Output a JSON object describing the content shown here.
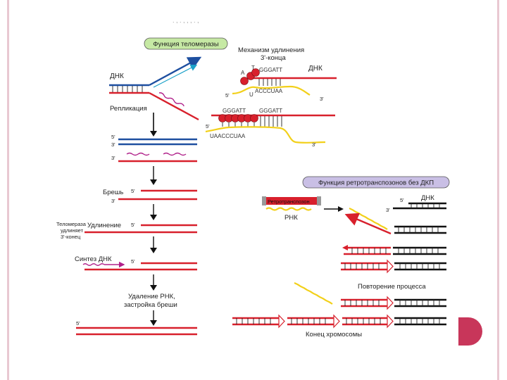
{
  "header_dots": ". , . , , , . ,",
  "telomerase": {
    "title_pill": "Функция теломеразы",
    "mechanism_title_1": "Механизм удлинения",
    "mechanism_title_2": "3'-конца",
    "dna_label_left": "ДНК",
    "dna_label_right": "ДНК",
    "replication": "Репликация",
    "gap": "Брешь",
    "telomerase_small_1": "Теломераза",
    "telomerase_small_2": "удлиняет",
    "telomerase_small_3": "3'-конец",
    "elongation": "Удлинение",
    "dna_synthesis": "Синтез ДНК",
    "removal_1": "Удаление РНК,",
    "removal_2": "застройка бреши",
    "five_prime": "5'",
    "three_prime": "3'",
    "seq_top_dna": "GGGATT",
    "seq_top_t": "T",
    "seq_top_a": "A",
    "seq_top_rna": "ACCCUAA",
    "seq_top_u": "U",
    "seq_bottom_dna_1": "GGGATT",
    "seq_bottom_dna_2": "GGGATT",
    "seq_bottom_rna": "UAACCCUAA"
  },
  "retro": {
    "title_pill": "Функция ретротранспозонов без ДКП",
    "retrotransposon": "Ретротранспозон",
    "rna": "РНК",
    "dna": "ДНК",
    "repeat": "Повторение процесса",
    "chromosome_end": "Конец хромосомы"
  }
}
